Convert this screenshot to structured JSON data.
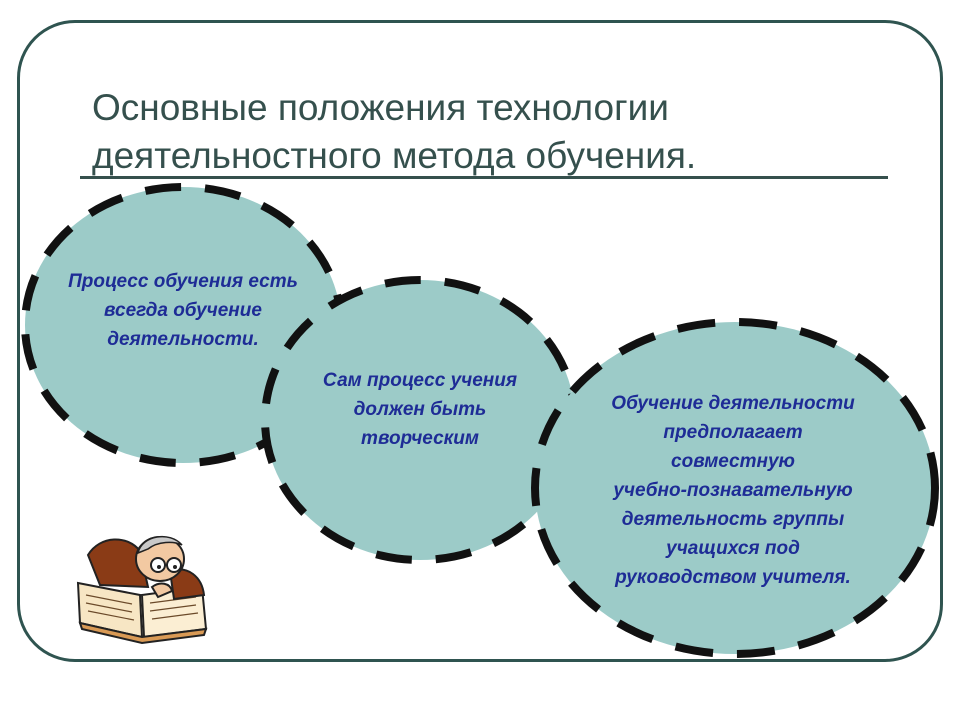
{
  "title_lines": [
    "Основные положения технологии",
    "деятельностного метода обучения."
  ],
  "circles": [
    {
      "lines": [
        "Процесс обучения есть",
        "всегда обучение",
        "деятельности."
      ]
    },
    {
      "lines": [
        "Сам процесс учения",
        "должен быть",
        "творческим"
      ]
    },
    {
      "lines": [
        "Обучение деятельности",
        "предполагает",
        "совместную",
        "учебно-познавательную",
        "деятельность группы",
        "учащихся под",
        "руководством учителя."
      ]
    }
  ],
  "colors": {
    "circle_fill": "#9ccbc8",
    "dash_stroke": "#111111",
    "text_blue": "#1e2c96",
    "title_color": "#35504d"
  },
  "icons": {
    "clipart": "reading-person-clipart"
  }
}
